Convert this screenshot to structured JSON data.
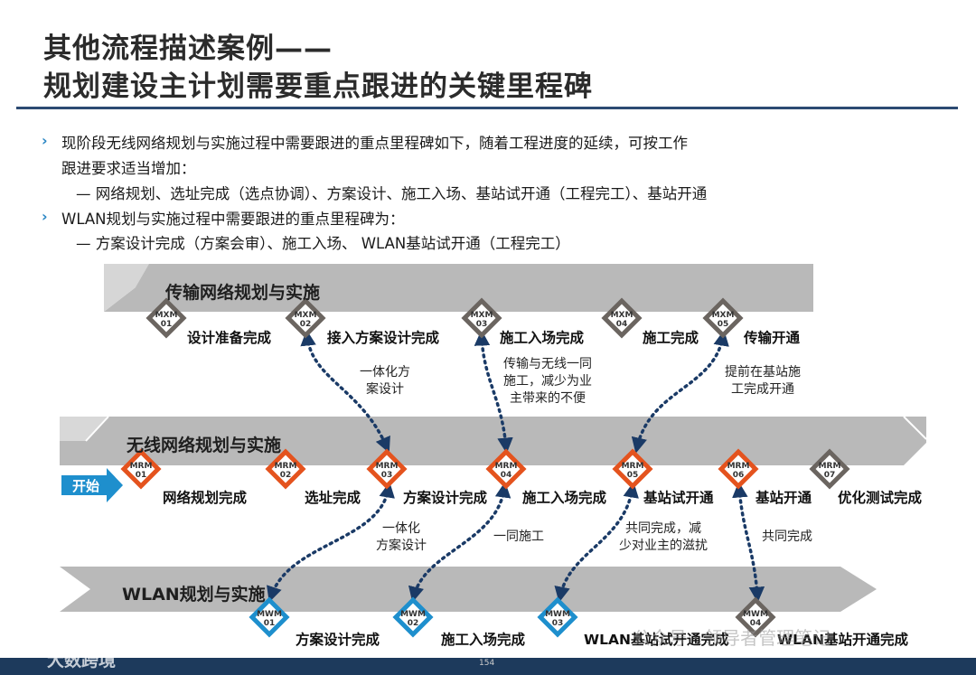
{
  "title": {
    "line1": "其他流程描述案例——",
    "line2": "规划建设主计划需要重点跟进的关键里程碑"
  },
  "bullets": {
    "b1_line1": "现阶段无线网络规划与实施过程中需要跟进的重点里程碑如下，随着工程进度的延续，可按工作",
    "b1_line2": "跟进要求适当增加：",
    "b1_sub": "—  网络规划、选址完成（选点协调）、方案设计、施工入场、基站试开通（工程完工）、基站开通",
    "b2_line1": "WLAN规划与实施过程中需要跟进的重点里程碑为：",
    "b2_sub": "—  方案设计完成（方案会审）、施工入场、 WLAN基站试开通（工程完工）"
  },
  "bands": {
    "transmission": "传输网络规划与实施",
    "wireless": "无线网络规划与实施",
    "wlan": "WLAN规划与实施"
  },
  "start_label": "开始",
  "mxm": [
    {
      "code": "MXM",
      "num": "01",
      "label": "设计准备完成"
    },
    {
      "code": "MXM",
      "num": "02",
      "label": "接入方案设计完成"
    },
    {
      "code": "MXM",
      "num": "03",
      "label": "施工入场完成"
    },
    {
      "code": "MXM",
      "num": "04",
      "label": "施工完成"
    },
    {
      "code": "MXM",
      "num": "05",
      "label": "传输开通"
    }
  ],
  "mrm": [
    {
      "code": "MRM",
      "num": "01",
      "label": "网络规划完成"
    },
    {
      "code": "MRM",
      "num": "02",
      "label": "选址完成"
    },
    {
      "code": "MRM",
      "num": "03",
      "label": "方案设计完成"
    },
    {
      "code": "MRM",
      "num": "04",
      "label": "施工入场完成"
    },
    {
      "code": "MRM",
      "num": "05",
      "label": "基站试开通"
    },
    {
      "code": "MRM",
      "num": "06",
      "label": "基站开通"
    },
    {
      "code": "MRM",
      "num": "07",
      "label": "优化测试完成"
    }
  ],
  "mwm": [
    {
      "code": "MWM",
      "num": "01",
      "label": "方案设计完成"
    },
    {
      "code": "MWM",
      "num": "02",
      "label": "施工入场完成"
    },
    {
      "code": "MWM",
      "num": "03",
      "label": "WLAN基站试开通完成"
    },
    {
      "code": "MWM",
      "num": "04",
      "label": "WLAN基站开通完成"
    }
  ],
  "notes": {
    "n1": "一体化方\n案设计",
    "n2": "传输与无线一同\n施工，减少为业\n主带来的不便",
    "n3": "提前在基站施\n工完成开通",
    "n4": "一体化\n方案设计",
    "n5": "一同施工",
    "n6": "共同完成，减\n少对业主的滋扰",
    "n7": "共同完成"
  },
  "colors": {
    "orange": "#e4531e",
    "gray_diamond": "#6b6560",
    "blue_diamond": "#1e8fcd",
    "band": "#b7b7b7",
    "arrow": "#1a3a66",
    "footer": "#1d3a5c"
  },
  "page_number": "154",
  "watermarks": {
    "wechat": "公众号 · 领导者管理笔记",
    "brand": "大数跨境"
  }
}
